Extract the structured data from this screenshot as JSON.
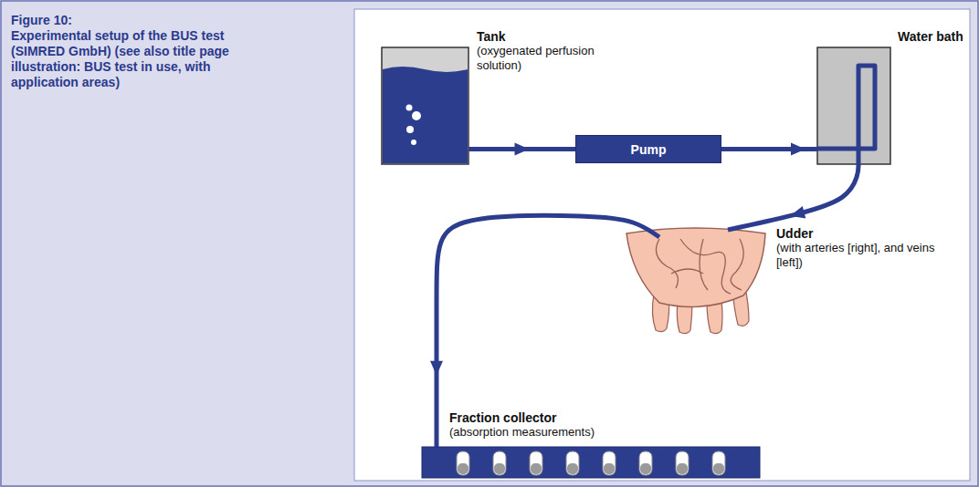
{
  "diagram": {
    "title": "Figure 10:",
    "caption": "Experimental setup of the BUS test (SIMRED GmbH) (see also title page illustration: BUS test in use, with application areas)",
    "nodes": [
      {
        "text": [
          "Tank",
          "(oxygenated perfusion solution)"
        ]
      },
      {
        "text": [
          "Pump"
        ]
      },
      {
        "text": [
          "Water bath"
        ]
      },
      {
        "text": [
          "Udder",
          "(with arteries [right], and veins [left])"
        ]
      },
      {
        "text": [
          "Fraction collector",
          "(absorption measurements)"
        ]
      }
    ],
    "edges": [
      {
        "from": 0,
        "to": 1,
        "arrow": "to"
      },
      {
        "from": 1,
        "to": 2,
        "arrow": "to"
      },
      {
        "from": 2,
        "to": 3,
        "arrow": "to"
      },
      {
        "from": 3,
        "to": 4,
        "arrow": "to"
      }
    ]
  }
}
